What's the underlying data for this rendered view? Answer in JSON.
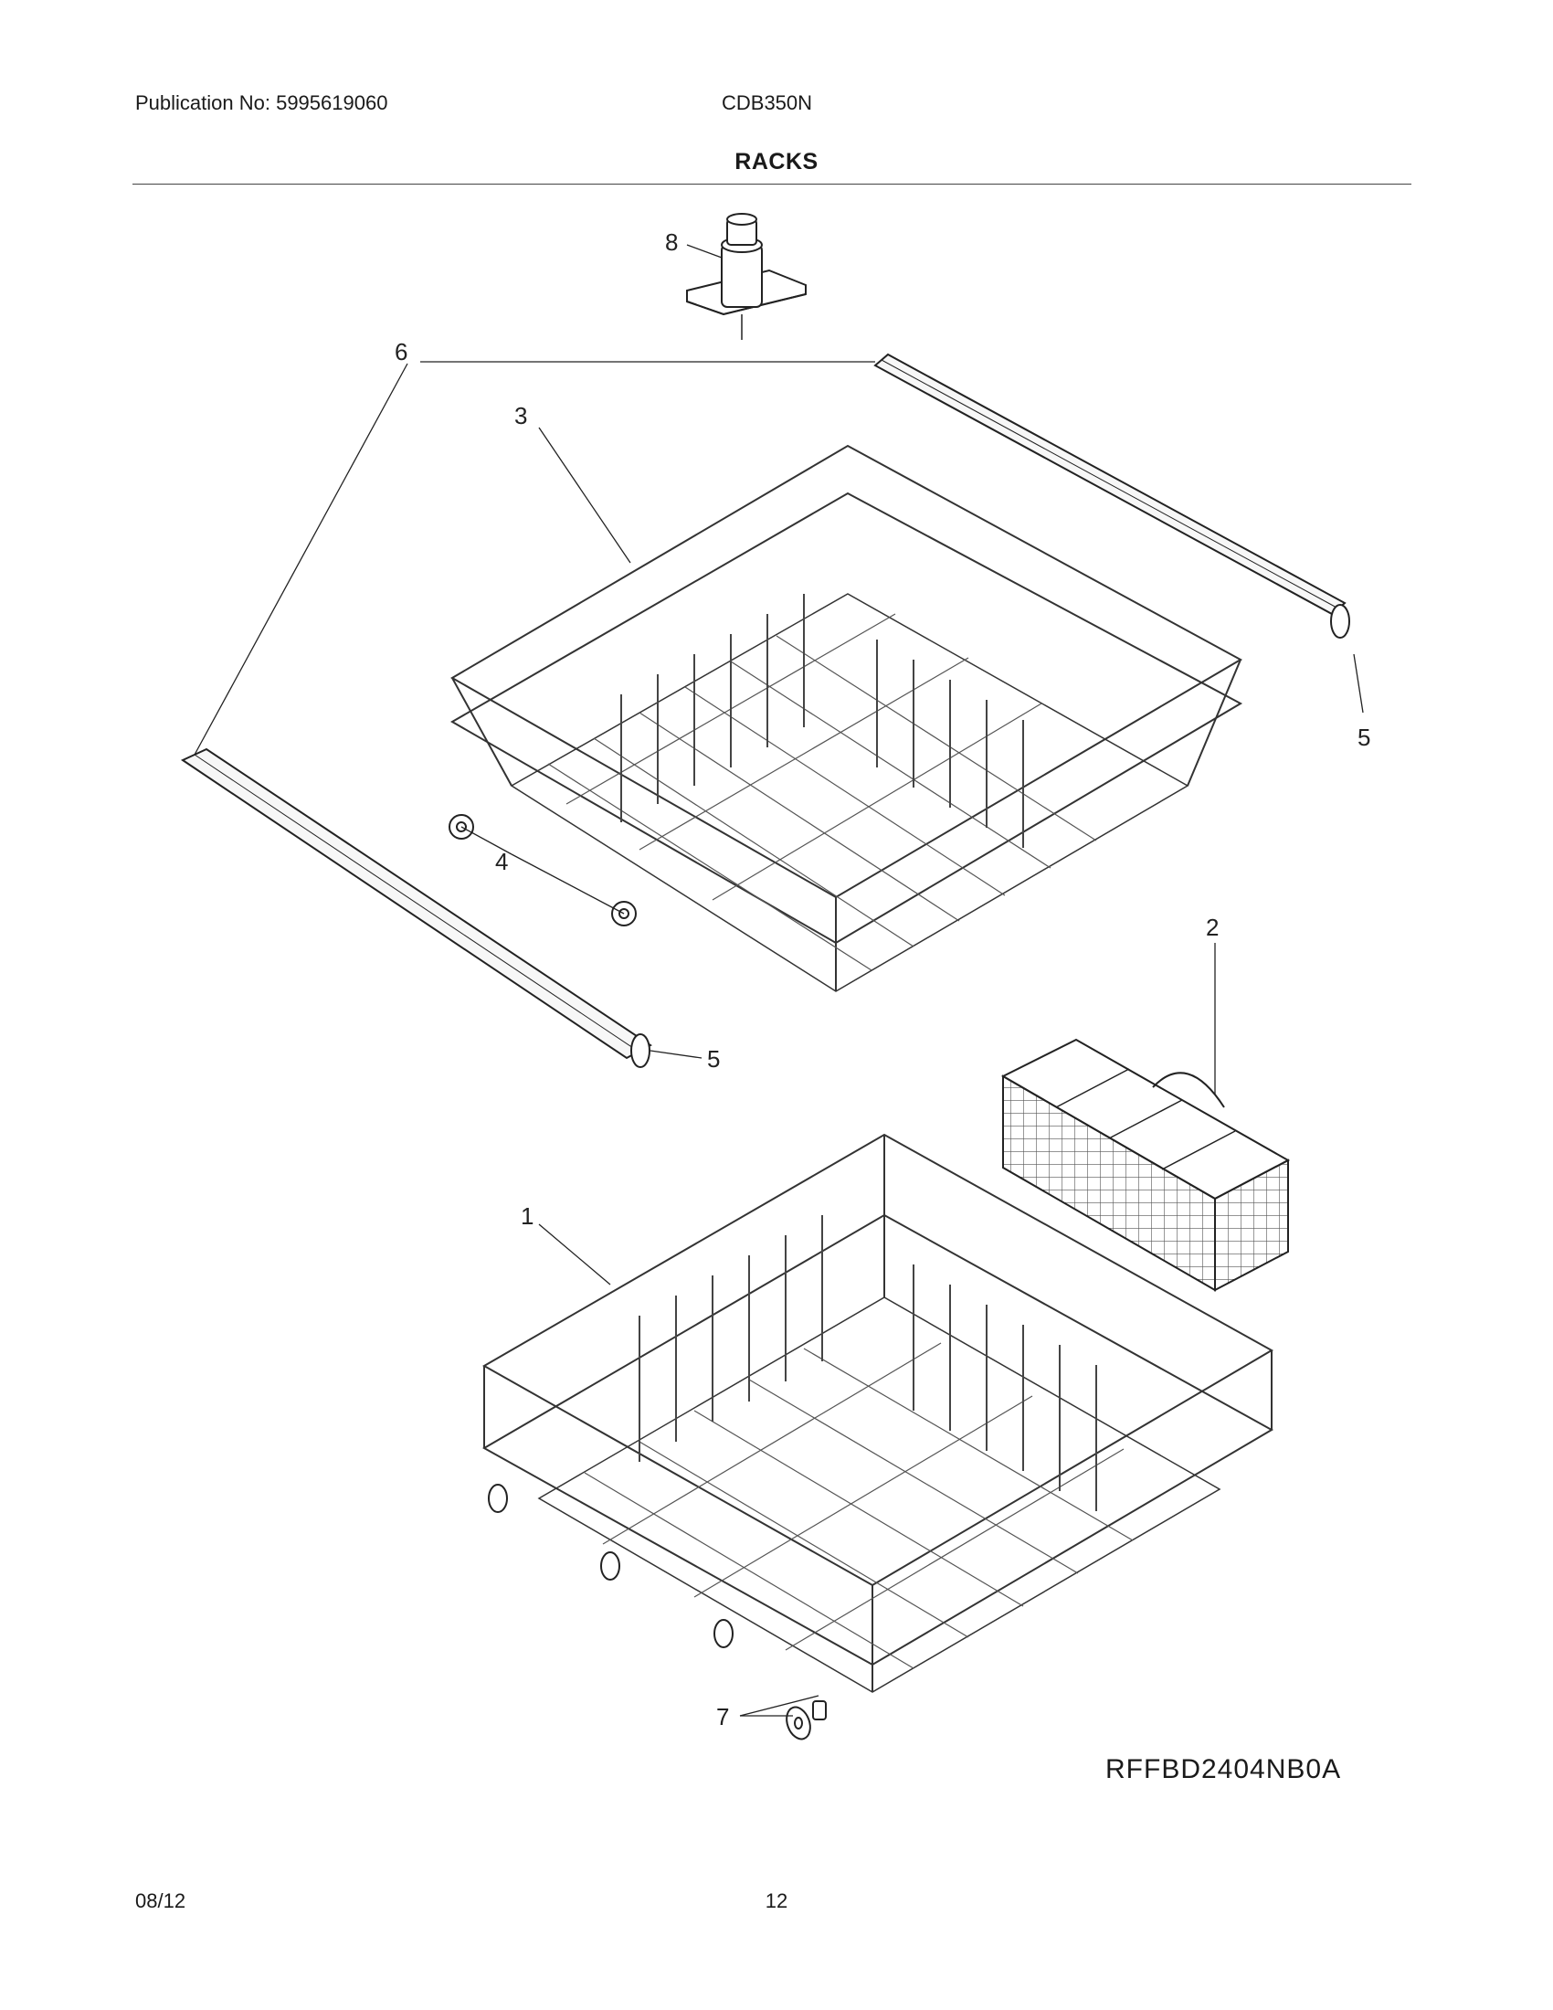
{
  "header": {
    "publication": "Publication No: 5995619060",
    "model": "CDB350N"
  },
  "section_title": "RACKS",
  "callouts": {
    "c1": "1",
    "c2": "2",
    "c3": "3",
    "c4": "4",
    "c5a": "5",
    "c5b": "5",
    "c6": "6",
    "c7": "7",
    "c8": "8"
  },
  "diagram_code": "RFFBD2404NB0A",
  "footer": {
    "date": "08/12",
    "page_number": "12"
  }
}
